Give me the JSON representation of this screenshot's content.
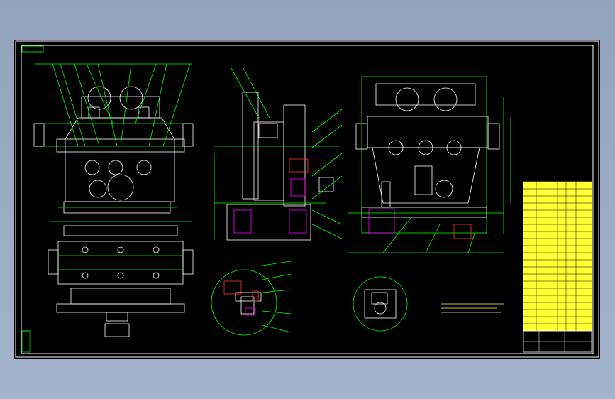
{
  "drawing": {
    "frame_tag": "",
    "views": [
      "front-view",
      "side-view",
      "rear-view",
      "plan-view",
      "section-detail-a",
      "section-detail-b"
    ],
    "colors": {
      "background": "#000000",
      "frame": "#ffffff",
      "outline": "#ffffff",
      "dimension": "#00ff00",
      "hidden": "#ff00ff",
      "center": "#00ffff",
      "section": "#ff3333",
      "table_fill": "#ffff33",
      "notes": "#ffff55"
    }
  },
  "notes": {
    "lines": []
  },
  "title_block": {
    "rows": 22
  }
}
